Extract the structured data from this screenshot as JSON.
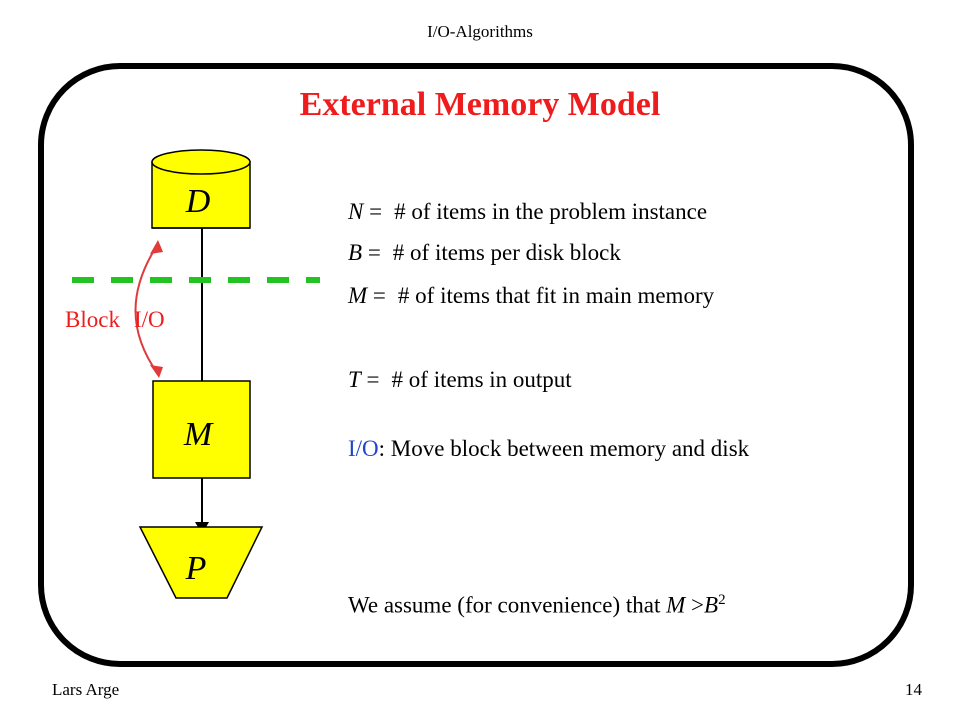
{
  "header": {
    "title": "I/O-Algorithms"
  },
  "footer": {
    "author": "Lars Arge",
    "page_number": "14"
  },
  "slide": {
    "title": "External Memory Model"
  },
  "diagram": {
    "disk_label": "D",
    "memory_label": "M",
    "processor_label": "P",
    "block_io_label_1": "Block",
    "block_io_label_2": "I/O",
    "colors": {
      "box_fill": "#ffff00",
      "dashed_line": "#22c322",
      "arrow": "#e03a3a",
      "title": "#ee1c1c",
      "io_label": "#1f45c8"
    }
  },
  "definitions": [
    {
      "symbol": "N",
      "eq": "=",
      "text": "# of items in the problem instance"
    },
    {
      "symbol": "B",
      "eq": "=",
      "text": "# of items per disk block"
    },
    {
      "symbol": "M",
      "eq": "=",
      "text": "# of items that fit in main memory"
    },
    {
      "symbol": "T",
      "eq": "=",
      "text": "# of items in output"
    }
  ],
  "io_definition": {
    "term": "I/O",
    "text": ": Move block between memory and disk"
  },
  "assumption": {
    "text": "We assume (for convenience) that ",
    "lhs": "M",
    "op": " >",
    "base": "B",
    "exponent": "2"
  }
}
